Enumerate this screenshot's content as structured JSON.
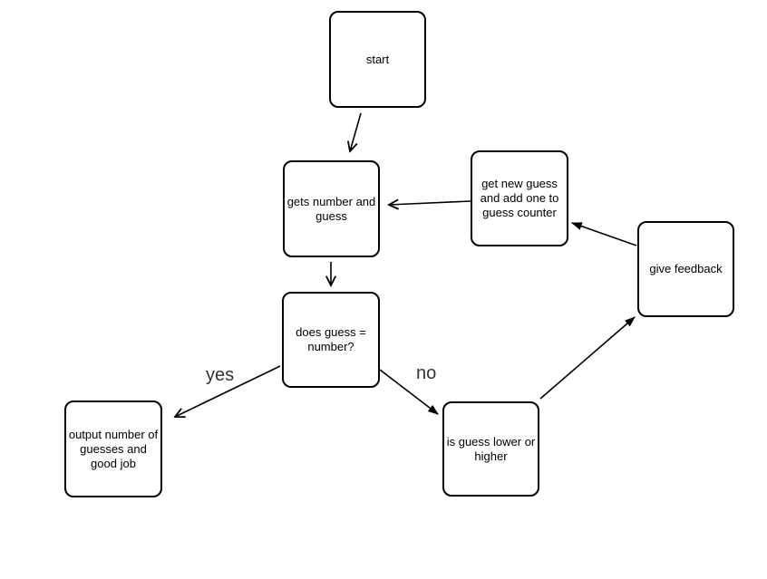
{
  "diagram": {
    "type": "flowchart",
    "subject": "number guessing game logic",
    "colors": {
      "background": "#ffffff",
      "node_fill": "#ffffff",
      "node_border": "#000000",
      "node_text": "#000000",
      "edge_stroke": "#000000",
      "edge_label_text": "#333333"
    },
    "nodes": [
      {
        "id": "start",
        "label": "start"
      },
      {
        "id": "gets-number-and-guess",
        "label": "gets number and guess"
      },
      {
        "id": "get-new-guess",
        "label": "get new guess and add one to guess counter"
      },
      {
        "id": "give-feedback",
        "label": "give feedback"
      },
      {
        "id": "does-guess-equal-number",
        "label": "does guess = number?"
      },
      {
        "id": "output-number-of-guesses",
        "label": "output number of guesses and good job"
      },
      {
        "id": "is-guess-lower-or-higher",
        "label": "is guess lower or higher"
      }
    ],
    "edges": [
      {
        "from": "start",
        "to": "gets-number-and-guess",
        "label": "",
        "head": "open"
      },
      {
        "from": "get-new-guess",
        "to": "gets-number-and-guess",
        "label": "",
        "head": "open"
      },
      {
        "from": "give-feedback",
        "to": "get-new-guess",
        "label": "",
        "head": "filled"
      },
      {
        "from": "gets-number-and-guess",
        "to": "does-guess-equal-number",
        "label": "",
        "head": "open"
      },
      {
        "from": "does-guess-equal-number",
        "to": "output-number-of-guesses",
        "label": "yes",
        "head": "open"
      },
      {
        "from": "does-guess-equal-number",
        "to": "is-guess-lower-or-higher",
        "label": "no",
        "head": "filled"
      },
      {
        "from": "is-guess-lower-or-higher",
        "to": "give-feedback",
        "label": "",
        "head": "filled"
      }
    ]
  }
}
